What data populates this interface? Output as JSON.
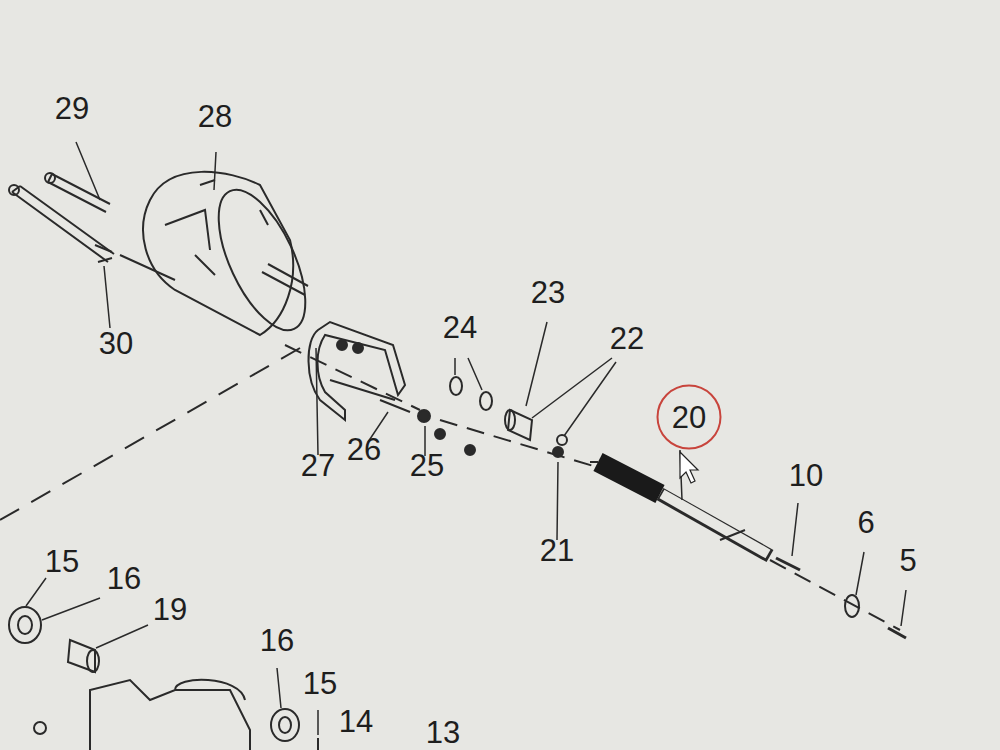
{
  "diagram": {
    "nodes": [
      {
        "text": [
          "20"
        ]
      }
    ],
    "labels": [
      "29",
      "28",
      "30",
      "24",
      "23",
      "22",
      "27",
      "26",
      "25",
      "21",
      "10",
      "6",
      "5",
      "15",
      "16",
      "19",
      "16",
      "15",
      "14",
      "13"
    ]
  }
}
